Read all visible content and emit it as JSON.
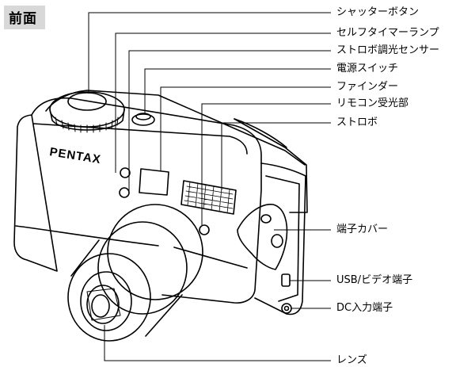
{
  "section_title": "前面",
  "brand_logo": "PENTAX",
  "labels": [
    "シャッターボタン",
    "セルフタイマーランプ",
    "ストロボ調光センサー",
    "電源スイッチ",
    "ファインダー",
    "リモコン受光部",
    "ストロボ",
    "端子カバー",
    "USB/ビデオ端子",
    "DC入力端子",
    "レンズ"
  ]
}
